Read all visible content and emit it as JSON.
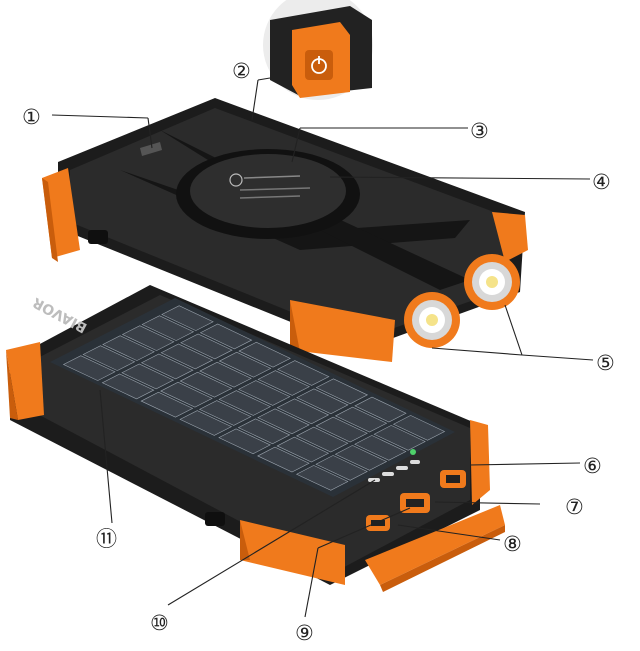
{
  "brand": "BIAVOR",
  "callouts": [
    {
      "id": "c1",
      "label": "①"
    },
    {
      "id": "c2",
      "label": "②"
    },
    {
      "id": "c3",
      "label": "③"
    },
    {
      "id": "c4",
      "label": "④"
    },
    {
      "id": "c5",
      "label": "⑤"
    },
    {
      "id": "c6",
      "label": "⑥"
    },
    {
      "id": "c7",
      "label": "⑦"
    },
    {
      "id": "c8",
      "label": "⑧"
    },
    {
      "id": "c9",
      "label": "⑨"
    },
    {
      "id": "c10",
      "label": "⑩"
    },
    {
      "id": "c11",
      "label": "⑪"
    }
  ],
  "colors": {
    "accent": "#f07a1c",
    "body": "#1c1c1c",
    "panel": "#3a4048",
    "led": "#4fd16a"
  },
  "icons": [
    "power-button-icon",
    "flashlight-icon",
    "usb-port-icon",
    "wireless-charging-icon"
  ]
}
